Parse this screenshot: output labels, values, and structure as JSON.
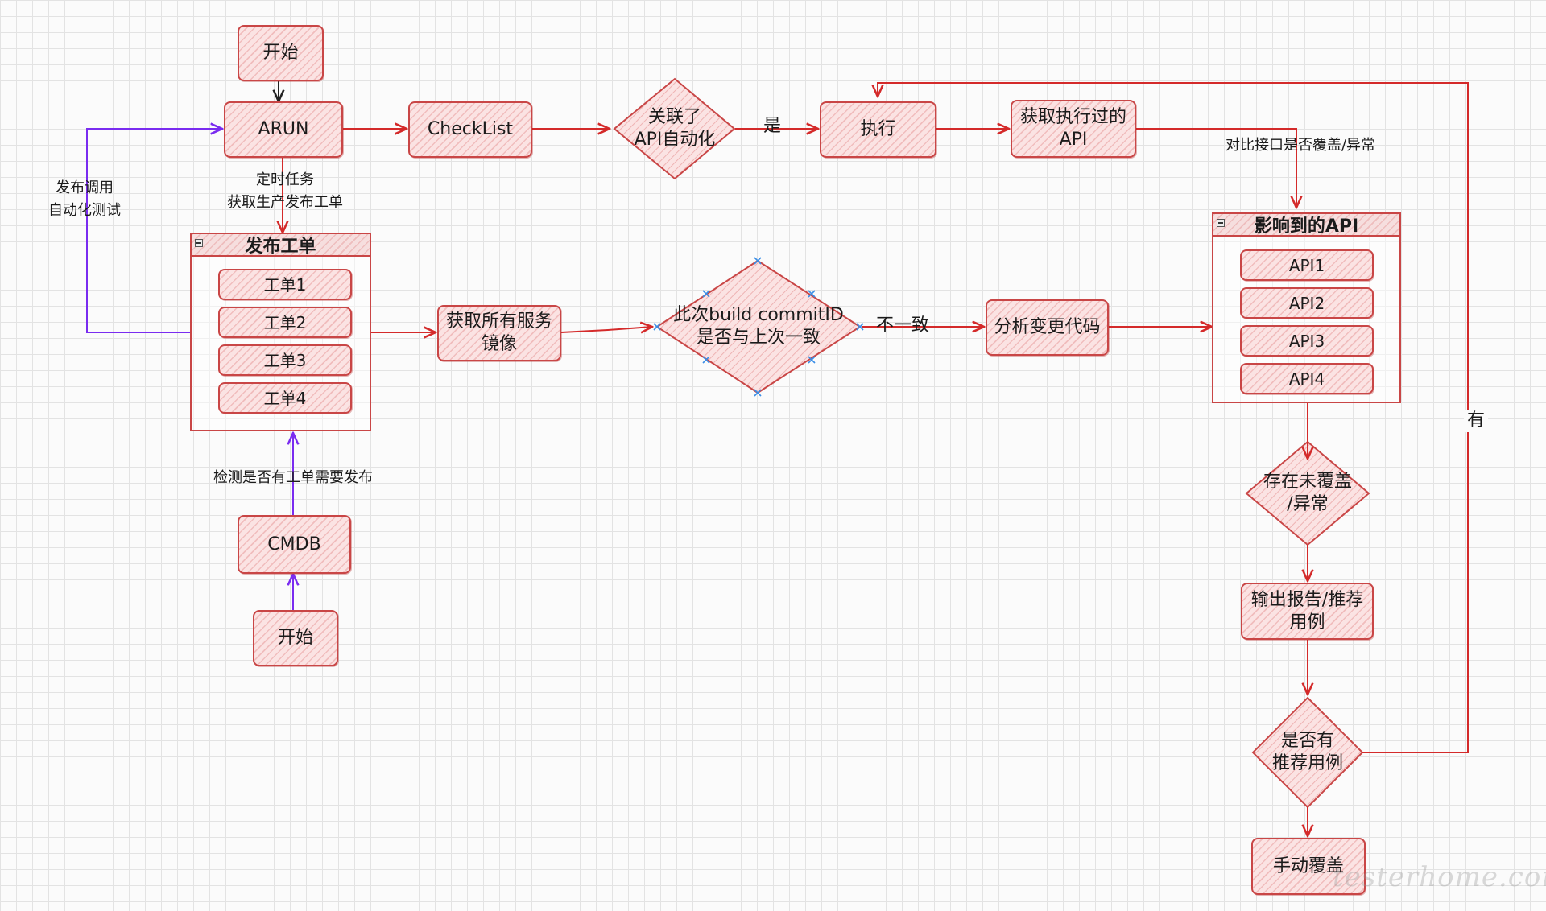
{
  "colors": {
    "stroke": "#d42a2a",
    "purple": "#7a2cf0",
    "node_fill": "#fbe3e3"
  },
  "nodes": {
    "start_top": "开始",
    "arun": "ARUN",
    "checklist": "CheckList",
    "related_api": "关联了\nAPI自动化",
    "execute": "执行",
    "get_executed_api": "获取执行过的\nAPI",
    "get_images": "获取所有服务\n镜像",
    "commit_compare": "此次build commitID\n是否与上次一致",
    "analyze_code": "分析变更代码",
    "cmdb": "CMDB",
    "start_bottom": "开始",
    "has_uncovered": "存在未覆盖\n/异常",
    "output_report": "输出报告/推荐\n用例",
    "has_recommend": "是否有\n推荐用例",
    "manual_cover": "手动覆盖"
  },
  "release_container": {
    "title": "发布工单",
    "items": [
      "工单1",
      "工单2",
      "工单3",
      "工单4"
    ]
  },
  "api_container": {
    "title": "影响到的API",
    "items": [
      "API1",
      "API2",
      "API3",
      "API4"
    ]
  },
  "edge_labels": {
    "yes": "是",
    "scheduled": "定时任务\n获取生产发布工单",
    "publish_call": "发布调用\n自动化测试",
    "compare_coverage": "对比接口是否覆盖/异常",
    "inconsistent": "不一致",
    "detect_release": "检测是否有工单需要发布",
    "has": "有"
  },
  "watermark": "testerhome.com"
}
